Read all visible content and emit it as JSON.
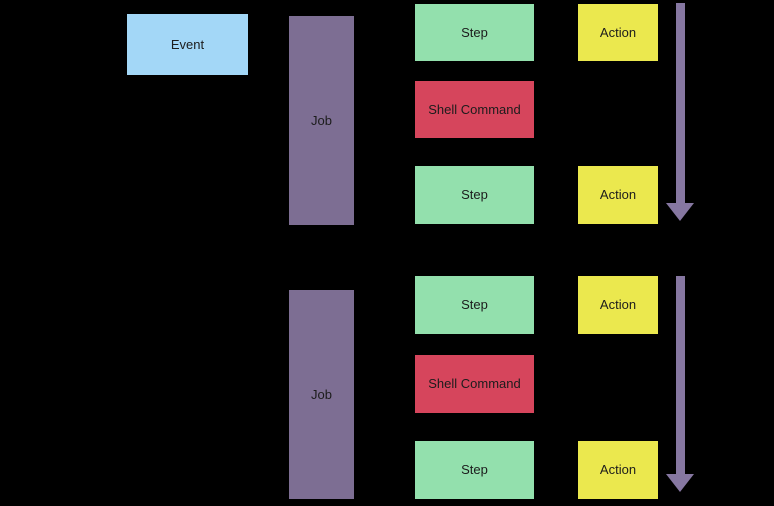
{
  "colors": {
    "background": "#000000",
    "event": "#a3d7f7",
    "job": "#7d6e93",
    "step": "#93e0ad",
    "shell_command": "#d6455c",
    "action": "#ebe84e",
    "arrow": "#8677a1",
    "label_text": "#1c1c1c"
  },
  "nodes": {
    "event_1": {
      "label": "Event",
      "type": "event"
    },
    "job_1": {
      "label": "Job",
      "type": "job"
    },
    "step_1": {
      "label": "Step",
      "type": "step"
    },
    "shell_command_1": {
      "label": "Shell Command",
      "type": "shell_command"
    },
    "step_2": {
      "label": "Step",
      "type": "step"
    },
    "action_1": {
      "label": "Action",
      "type": "action"
    },
    "action_2": {
      "label": "Action",
      "type": "action"
    },
    "job_2": {
      "label": "Job",
      "type": "job"
    },
    "step_3": {
      "label": "Step",
      "type": "step"
    },
    "shell_command_2": {
      "label": "Shell Command",
      "type": "shell_command"
    },
    "step_4": {
      "label": "Step",
      "type": "step"
    },
    "action_3": {
      "label": "Action",
      "type": "action"
    },
    "action_4": {
      "label": "Action",
      "type": "action"
    }
  },
  "arrows": {
    "direction": "down",
    "count": 2
  }
}
